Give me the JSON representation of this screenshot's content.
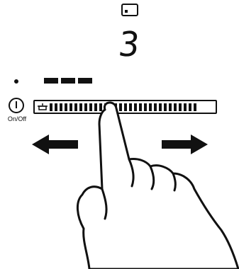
{
  "display": {
    "cookware_icon": "pan-icon",
    "power_level": "3"
  },
  "power_button": {
    "icon": "power-icon",
    "label": "On/Off"
  },
  "slider": {
    "icon": "pot-icon",
    "tick_count": 30
  },
  "gesture": {
    "left_arrow": "arrow-left-icon",
    "right_arrow": "arrow-right-icon",
    "hand": "pointing-hand-icon"
  },
  "colors": {
    "ink": "#111111",
    "background": "#ffffff"
  }
}
